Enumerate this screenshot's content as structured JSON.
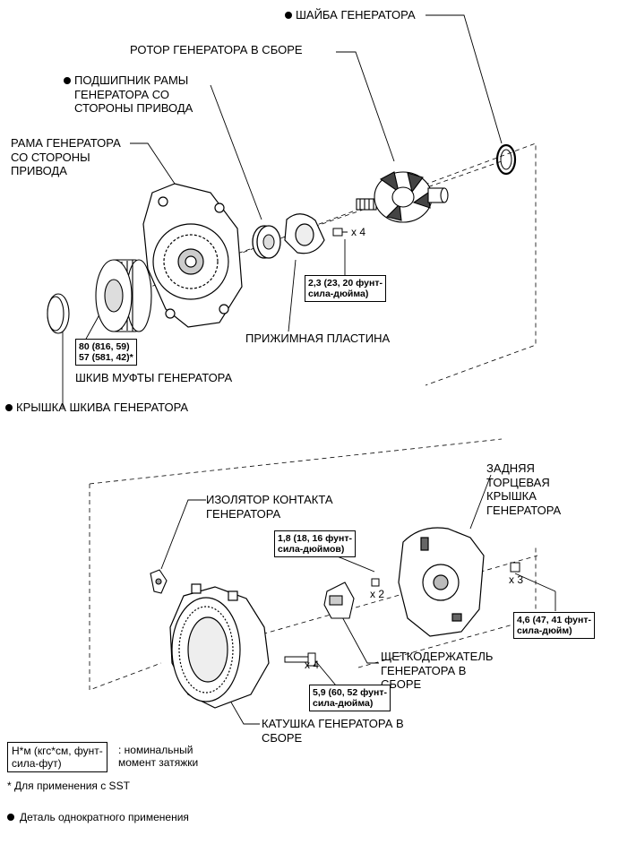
{
  "labels": {
    "alternator_washer": "ШАЙБА ГЕНЕРАТОРА",
    "rotor_assembly": "РОТОР ГЕНЕРАТОРА В СБОРЕ",
    "drive_end_bearing": "ПОДШИПНИК РАМЫ\nГЕНЕРАТОРА СО\nСТОРОНЫ ПРИВОДА",
    "drive_end_frame": "РАМА ГЕНЕРАТОРА\nСО СТОРОНЫ\nПРИВОДА",
    "retainer_plate": "ПРИЖИМНАЯ ПЛАСТИНА",
    "clutch_pulley": "ШКИВ МУФТЫ ГЕНЕРАТОРА",
    "pulley_cap": "КРЫШКА ШКИВА ГЕНЕРАТОРА",
    "terminal_insulator": "ИЗОЛЯТОР КОНТАКТА\nГЕНЕРАТОРА",
    "rear_end_cover": "ЗАДНЯЯ\nТОРЦЕВАЯ\nКРЫШКА\nГЕНЕРАТОРА",
    "brush_holder": "ЩЕТКОДЕРЖАТЕЛЬ\nГЕНЕРАТОРА В\nСБОРЕ",
    "coil_assembly": "КАТУШКА ГЕНЕРАТОРА В\nСБОРЕ"
  },
  "torque": {
    "retainer_bolts": "2,3 (23, 20 фунт-\nсила-дюйма)",
    "pulley": "80 (816, 59)\n57 (581, 42)*",
    "brush_holder_screws": "1,8 (18, 16 фунт-\nсила-дюймов)",
    "rear_cover_nuts": "4,6 (47, 41 фунт-\nсила-дюйм)",
    "coil_bolts": "5,9 (60, 52 фунт-\nсила-дюйма)"
  },
  "quantities": {
    "retainer_bolts": "x 4",
    "brush_holder_screws": "x 2",
    "rear_cover_nuts": "x 3",
    "coil_bolts": "x 4"
  },
  "legend": {
    "unit_box": "Н*м (кгс*см, фунт-\nсила-фут)",
    "unit_desc": ": номинальный\nмомент затяжки",
    "sst_note": "* Для применения с SST",
    "single_use": "Деталь однократного применения"
  }
}
